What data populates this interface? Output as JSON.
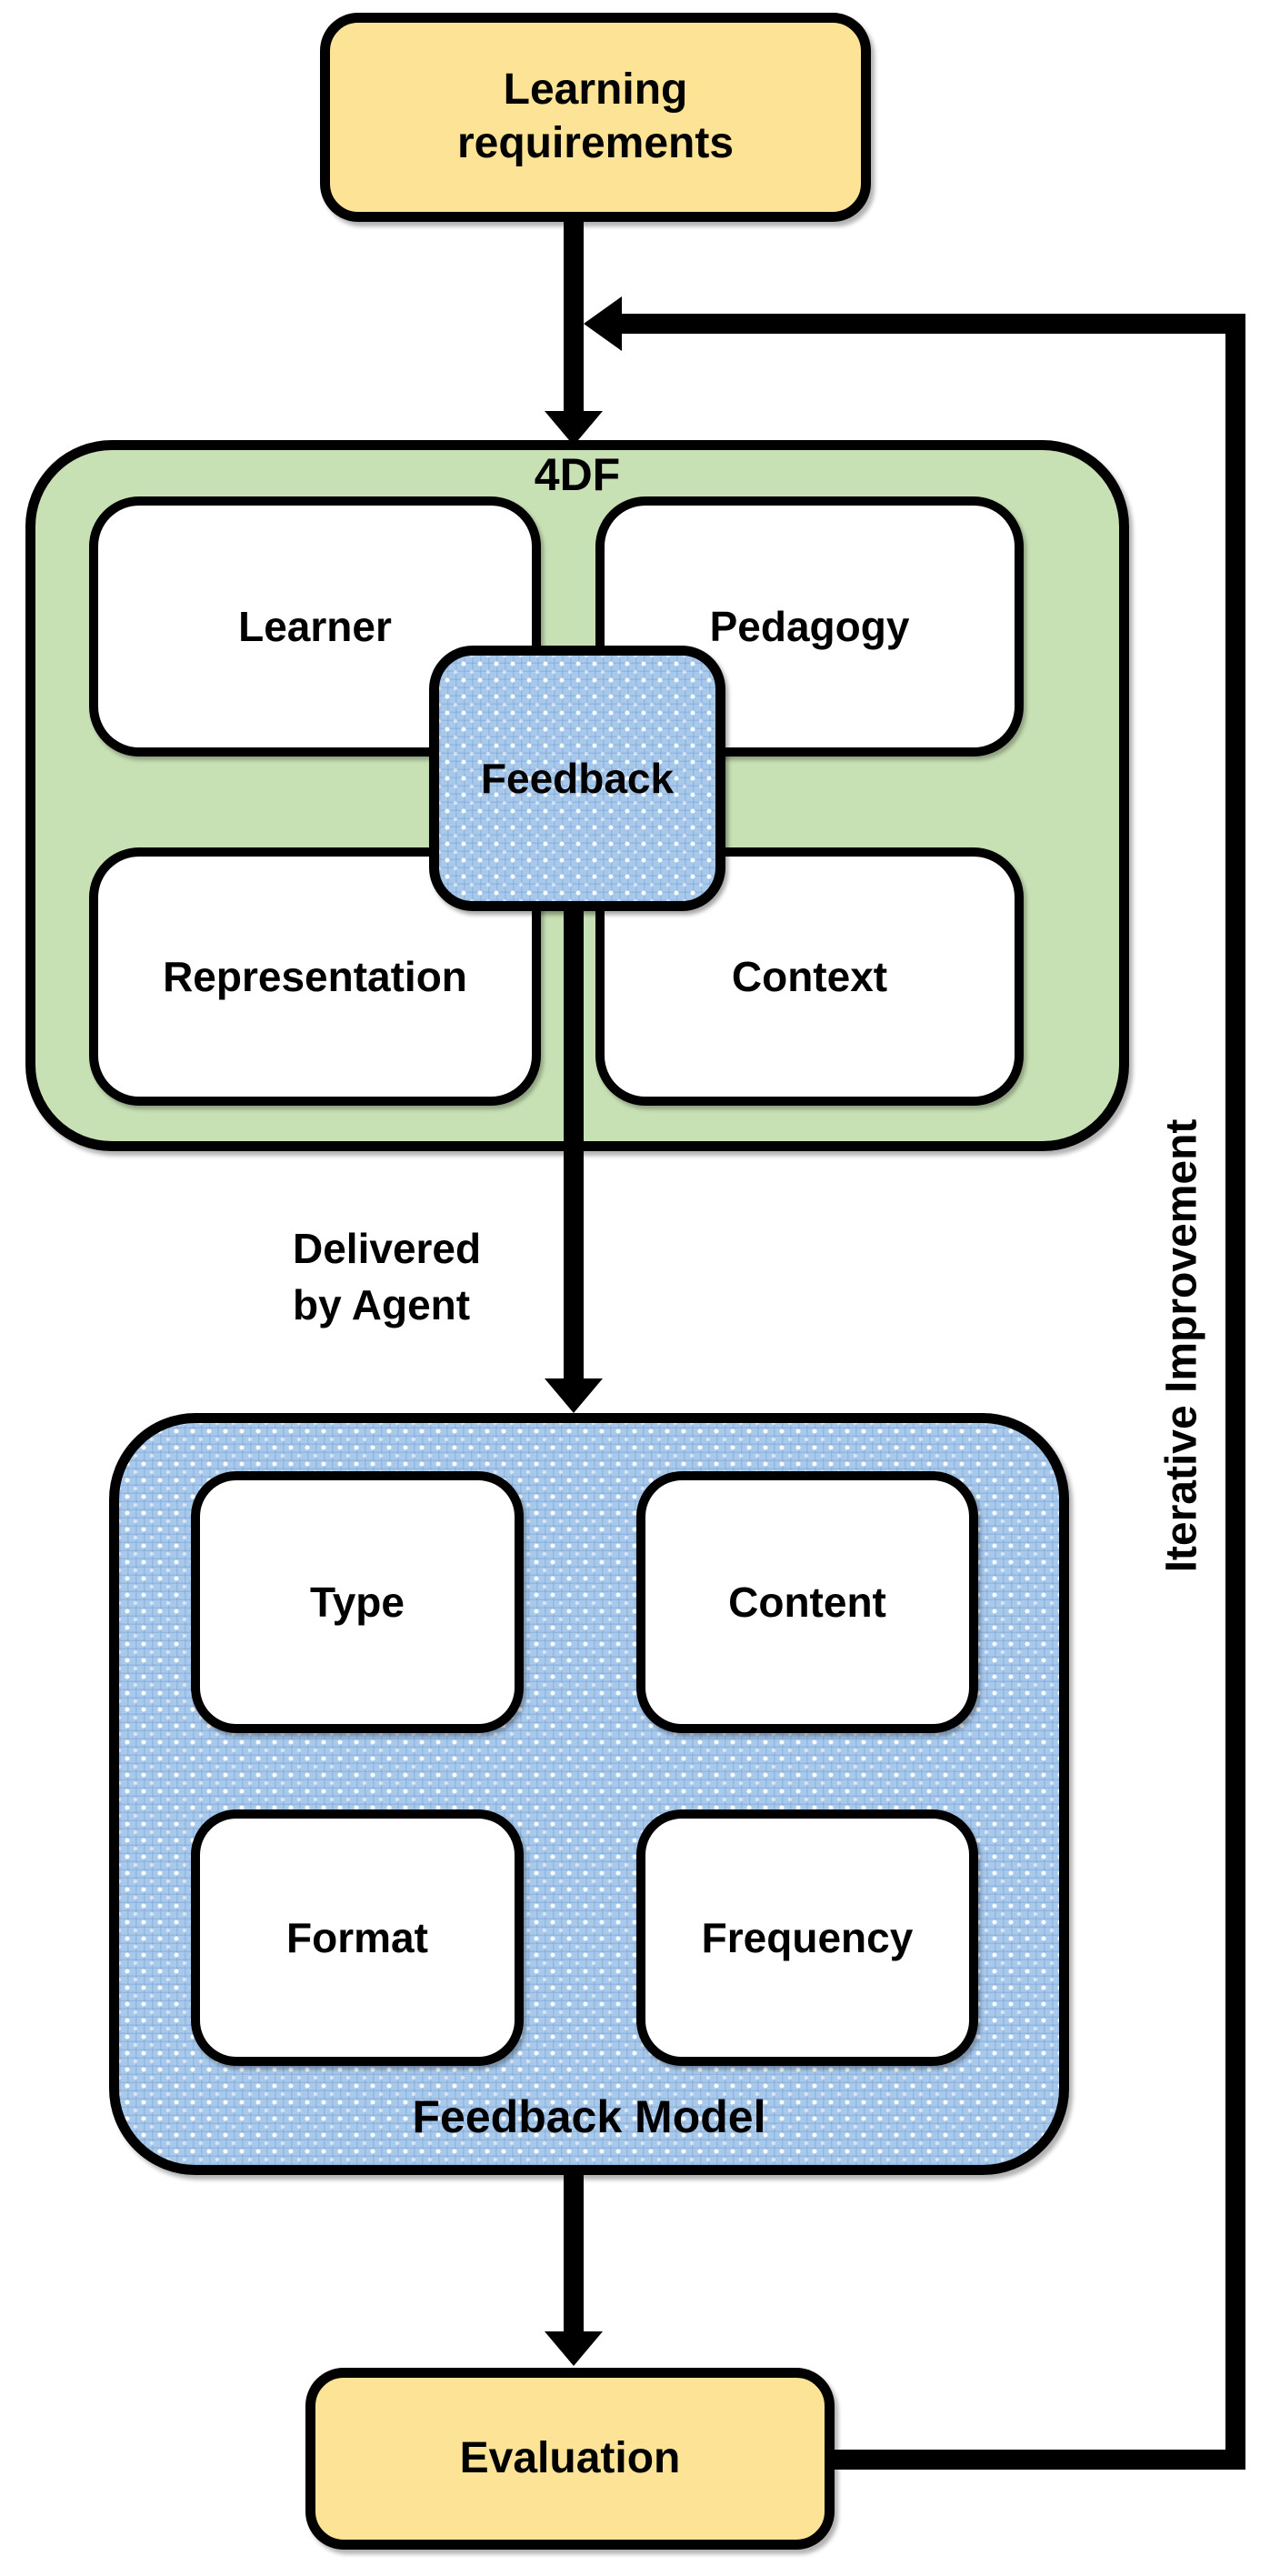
{
  "nodes": {
    "learning_requirements": {
      "label": "Learning\nrequirements"
    },
    "feedback_overlay": {
      "label": "Feedback"
    },
    "evaluation": {
      "label": "Evaluation"
    }
  },
  "groups": {
    "four_df": {
      "label": "4DF",
      "items": [
        {
          "label": "Learner"
        },
        {
          "label": "Pedagogy"
        },
        {
          "label": "Representation"
        },
        {
          "label": "Context"
        }
      ]
    },
    "feedback_model": {
      "label": "Feedback Model",
      "items": [
        {
          "label": "Type"
        },
        {
          "label": "Content"
        },
        {
          "label": "Format"
        },
        {
          "label": "Frequency"
        }
      ]
    }
  },
  "edge_labels": {
    "delivered_by_agent": {
      "label": "Delivered\nby Agent"
    },
    "iterative_improvement": {
      "label": "Iterative Improvement"
    }
  },
  "colors": {
    "node_fill": "#FDE396",
    "group_fill": "#C7E0B4",
    "feedback_fill": "#A9C9EB",
    "inner_box_fill": "#FFFFFF",
    "line": "#000000"
  }
}
